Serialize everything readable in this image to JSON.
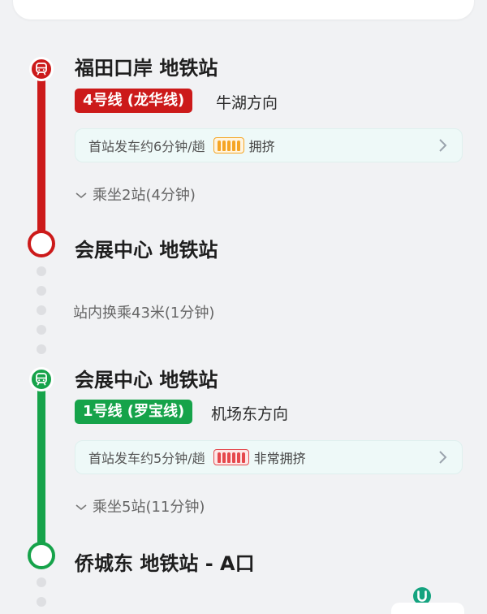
{
  "segments": [
    {
      "start_station": "福田口岸 地铁站",
      "line": "4号线 (龙华线)",
      "direction": "牛湖方向",
      "headway": "首站发车约6分钟/趟",
      "crowd_label": "拥挤",
      "crowd_level": 3,
      "ride": "乘坐2站(4分钟)",
      "end_station": "会展中心 地铁站",
      "color": "#cc1a1a"
    },
    {
      "start_station": "会展中心 地铁站",
      "line": "1号线 (罗宝线)",
      "direction": "机场东方向",
      "headway": "首站发车约5分钟/趟",
      "crowd_label": "非常拥挤",
      "crowd_level": 4,
      "ride": "乘坐5站(11分钟)",
      "end_station": "侨城东 地铁站 - A口",
      "color": "#16a34a"
    }
  ],
  "transfer": {
    "text": "站内换乘43米(1分钟)"
  },
  "colors": {
    "crowded": "#f5a524",
    "very_crowded": "#e5484d",
    "brand": "#14a37f"
  },
  "icons": {
    "metro": "metro-train-icon",
    "expand": "chevron-down-icon",
    "detail": "chevron-right-icon"
  }
}
